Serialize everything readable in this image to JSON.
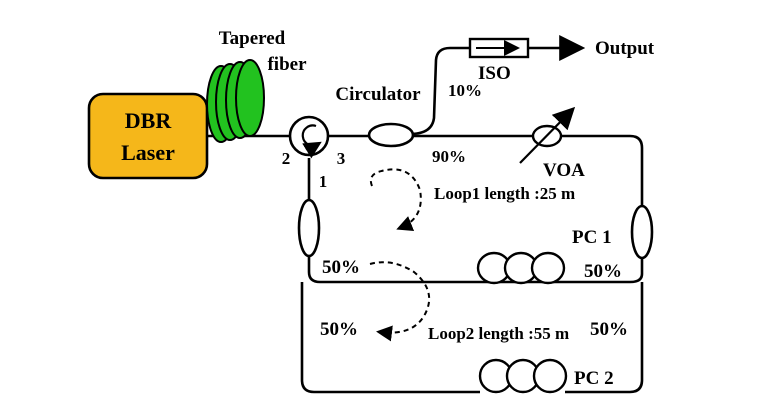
{
  "diagram": {
    "laser_label_line1": "DBR",
    "laser_label_line2": "Laser",
    "tapered_line1": "Tapered",
    "tapered_line2": "fiber",
    "circulator": "Circulator",
    "port2": "2",
    "port3": "3",
    "port1": "1",
    "iso": "ISO",
    "output": "Output",
    "split_10": "10%",
    "split_90": "90%",
    "voa": "VOA",
    "loop1_length": "Loop1 length :25 m",
    "pc1": "PC 1",
    "coupler1_left": "50%",
    "coupler1_right": "50%",
    "coupler2_left": "50%",
    "loop2_length": "Loop2 length :55 m",
    "coupler2_right": "50%",
    "pc2": "PC 2"
  },
  "colors": {
    "laser_fill": "#f5b71a",
    "tapered_fiber_fill": "#22c21f",
    "line": "#000000"
  }
}
